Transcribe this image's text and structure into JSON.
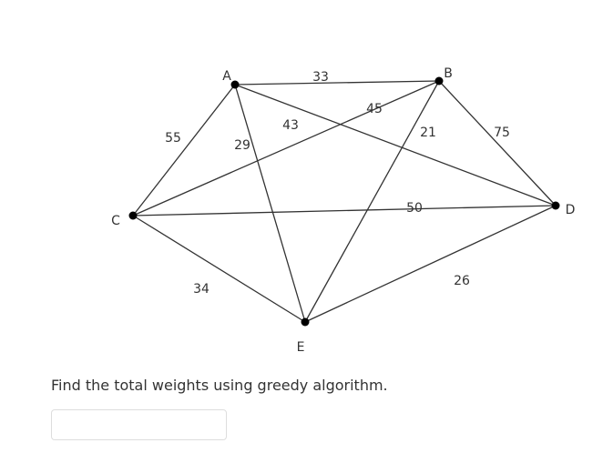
{
  "graph": {
    "nodes": [
      {
        "id": "A",
        "label": "A"
      },
      {
        "id": "B",
        "label": "B"
      },
      {
        "id": "C",
        "label": "C"
      },
      {
        "id": "D",
        "label": "D"
      },
      {
        "id": "E",
        "label": "E"
      }
    ],
    "edges": [
      {
        "from": "A",
        "to": "B",
        "weight": "33"
      },
      {
        "from": "A",
        "to": "C",
        "weight": "55"
      },
      {
        "from": "A",
        "to": "D",
        "weight": "43"
      },
      {
        "from": "A",
        "to": "E",
        "weight": "29"
      },
      {
        "from": "B",
        "to": "C",
        "weight": "45"
      },
      {
        "from": "B",
        "to": "D",
        "weight": "75"
      },
      {
        "from": "B",
        "to": "E",
        "weight": "21"
      },
      {
        "from": "C",
        "to": "D",
        "weight": "50"
      },
      {
        "from": "C",
        "to": "E",
        "weight": "34"
      },
      {
        "from": "D",
        "to": "E",
        "weight": "26"
      }
    ]
  },
  "question": {
    "text": "Find the total weights using greedy algorithm.",
    "answer_value": "",
    "answer_placeholder": ""
  },
  "colors": {
    "text": "#333333",
    "edge": "#333333",
    "node": "#000000",
    "input_border": "#dddddd"
  }
}
